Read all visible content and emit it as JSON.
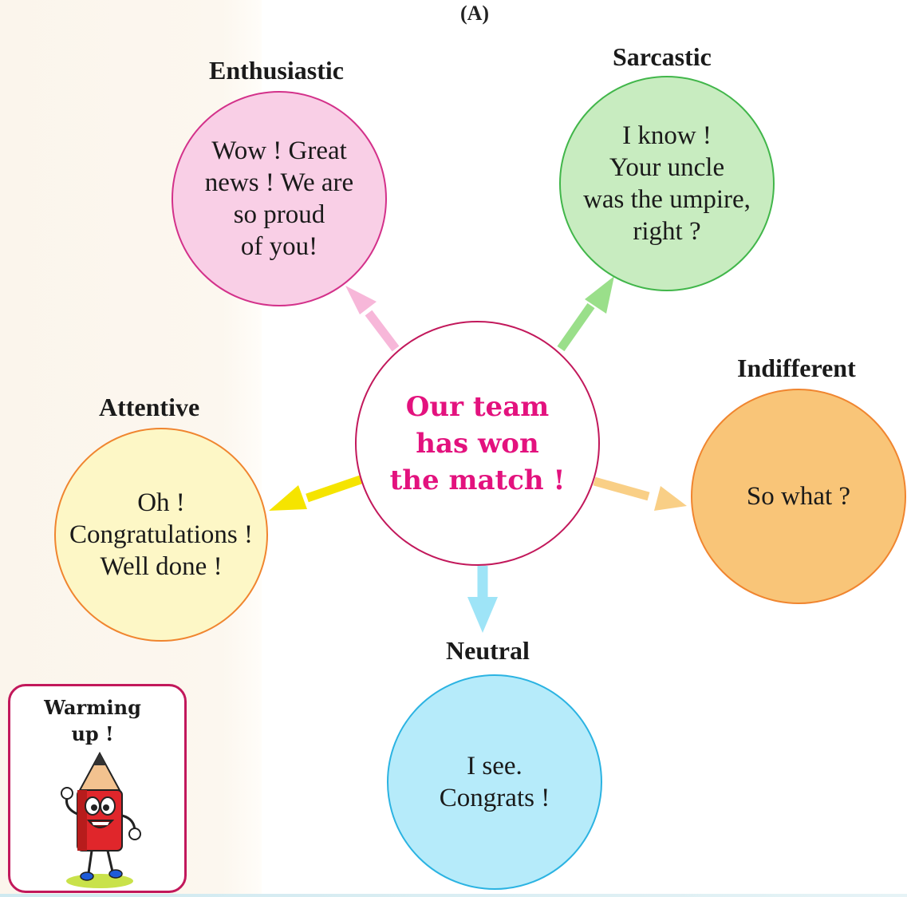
{
  "figure_label": "(A)",
  "center": {
    "text": "Our team\nhas won\nthe match !"
  },
  "responses": [
    {
      "id": "enthusiastic",
      "category": "Enthusiastic",
      "text": "Wow ! Great\nnews ! We are\nso proud\nof you!",
      "fill": "#f9cfe6",
      "border": "#d3318a",
      "arrow": "#f7b7d9"
    },
    {
      "id": "sarcastic",
      "category": "Sarcastic",
      "text": "I know !\nYour uncle\nwas the umpire,\nright ?",
      "fill": "#c8ecc0",
      "border": "#41b64a",
      "arrow": "#9adf8a"
    },
    {
      "id": "attentive",
      "category": "Attentive",
      "text": "Oh !\nCongratulations !\nWell done !",
      "fill": "#fdf7c6",
      "border": "#f0852f",
      "arrow": "#f5e400"
    },
    {
      "id": "indifferent",
      "category": "Indifferent",
      "text": "So what ?",
      "fill": "#f9c578",
      "border": "#f0852f",
      "arrow": "#f9cf86"
    },
    {
      "id": "neutral",
      "category": "Neutral",
      "text": "I see.\nCongrats !",
      "fill": "#b6ebfa",
      "border": "#2bb3e2",
      "arrow": "#9ee4f7"
    }
  ],
  "warming_up": {
    "title": "Warming\nup !",
    "icon": "pencil-mascot-icon"
  }
}
